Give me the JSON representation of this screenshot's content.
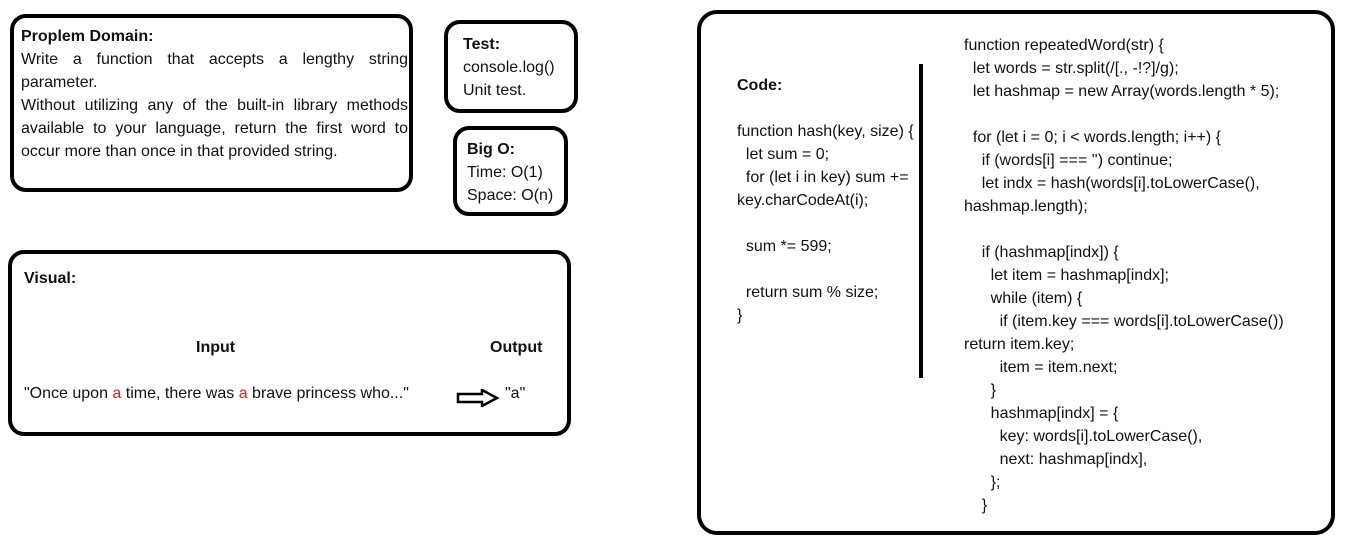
{
  "problem": {
    "title": "Proplem Domain:",
    "para1": "Write a function that accepts a lengthy string parameter.",
    "para2": "Without utilizing any of the built-in library methods available to your language, return the first word to occur more than once in that provided string."
  },
  "test": {
    "title": "Test:",
    "line1": "console.log()",
    "line2": "Unit test."
  },
  "bigo": {
    "title": "Big O:",
    "time": "Time: O(1)",
    "space": "Space: O(n)"
  },
  "visual": {
    "title": "Visual:",
    "input_heading": "Input",
    "output_heading": "Output",
    "sentence_part1": "\"Once upon ",
    "highlight1": "a",
    "sentence_part2": " time, there was ",
    "highlight2": "a",
    "sentence_part3": " brave princess who...\"",
    "output_value": "\"a\"",
    "highlight_color": "#e02020",
    "arrow_icon": "right-arrow-icon"
  },
  "code": {
    "title": "Code:",
    "hash_lines": [
      "function hash(key, size) {",
      "  let sum = 0;",
      "  for (let i in key) sum += key.charCodeAt(i);",
      "",
      "  sum *= 599;",
      "",
      "  return sum % size;",
      "}"
    ],
    "repeated_lines": [
      "function repeatedWord(str) {",
      "  let words = str.split(/[., -!?]/g);",
      "  let hashmap = new Array(words.length * 5);",
      "",
      "  for (let i = 0; i < words.length; i++) {",
      "    if (words[i] === '') continue;",
      "    let indx = hash(words[i].toLowerCase(), hashmap.length);",
      "",
      "    if (hashmap[indx]) {",
      "      let item = hashmap[indx];",
      "      while (item) {",
      "        if (item.key === words[i].toLowerCase()) return item.key;",
      "        item = item.next;",
      "      }",
      "      hashmap[indx] = {",
      "        key: words[i].toLowerCase(),",
      "        next: hashmap[indx],",
      "      };",
      "    }"
    ]
  }
}
